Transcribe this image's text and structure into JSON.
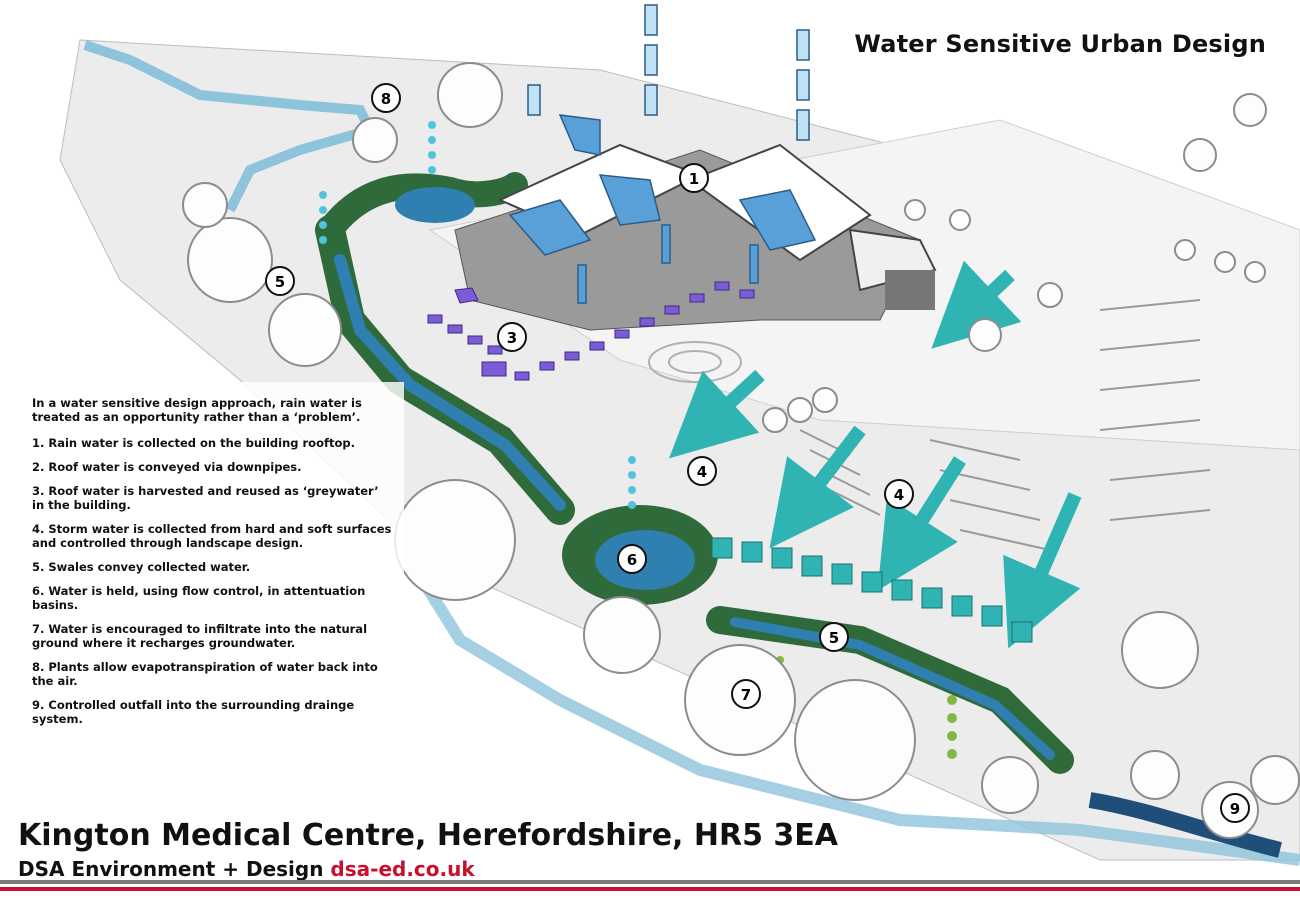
{
  "title": "Water Sensitive Urban Design",
  "intro": "In a water sensitive design approach, rain water is treated as an opportunity rather than a ‘problem’.",
  "steps": [
    {
      "number": "1",
      "text": "1.  Rain water is collected on the building rooftop."
    },
    {
      "number": "2",
      "text": "2.  Roof water is conveyed via downpipes."
    },
    {
      "number": "3",
      "text": "3.  Roof water is harvested and reused as ‘greywater’ in the building."
    },
    {
      "number": "4",
      "text": "4.  Storm water is collected from hard and soft surfaces and controlled through landscape design."
    },
    {
      "number": "5",
      "text": "5.  Swales convey collected water."
    },
    {
      "number": "6",
      "text": "6.  Water is held, using flow control,  in attentuation basins."
    },
    {
      "number": "7",
      "text": "7.  Water is encouraged to infiltrate into the natural ground where it recharges groundwater."
    },
    {
      "number": "8",
      "text": "8.  Plants allow evapotranspiration of water back into the air."
    },
    {
      "number": "9",
      "text": "9. Controlled outfall into the surrounding drainge system."
    }
  ],
  "markers": [
    "1",
    "3",
    "4",
    "4",
    "5",
    "5",
    "6",
    "7",
    "8",
    "9"
  ],
  "footer": {
    "site": "Kington Medical Centre, Herefordshire, HR5 3EA",
    "company": "DSA Environment + Design",
    "website": "dsa-ed.co.uk"
  },
  "colors": {
    "swale": "#2f6a3a",
    "water": "#2f7fb0",
    "stream": "#8ec3dc",
    "roof_arrow": "#5aa0d8",
    "storm_arrow": "#2fb3b3",
    "greywater": "#7b5bd6",
    "accent_red": "#c8102e"
  }
}
